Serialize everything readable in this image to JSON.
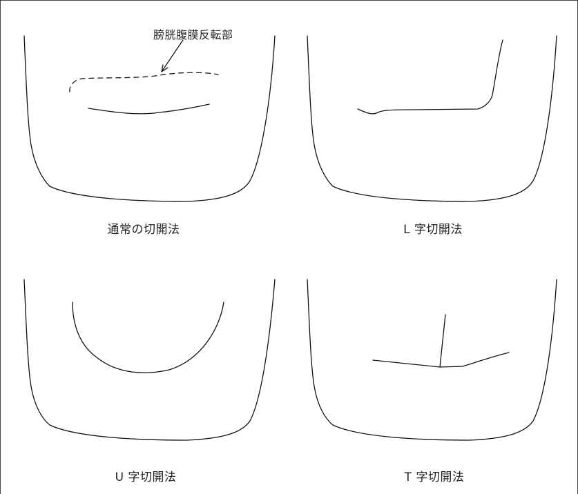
{
  "annotation": {
    "label": "膀胱腹膜反転部"
  },
  "panels": [
    {
      "id": "normal",
      "caption": "通常の切開法"
    },
    {
      "id": "l-shape",
      "caption": "L 字切開法"
    },
    {
      "id": "u-shape",
      "caption": "U 字切開法"
    },
    {
      "id": "t-shape",
      "caption": "T 字切開法"
    }
  ]
}
